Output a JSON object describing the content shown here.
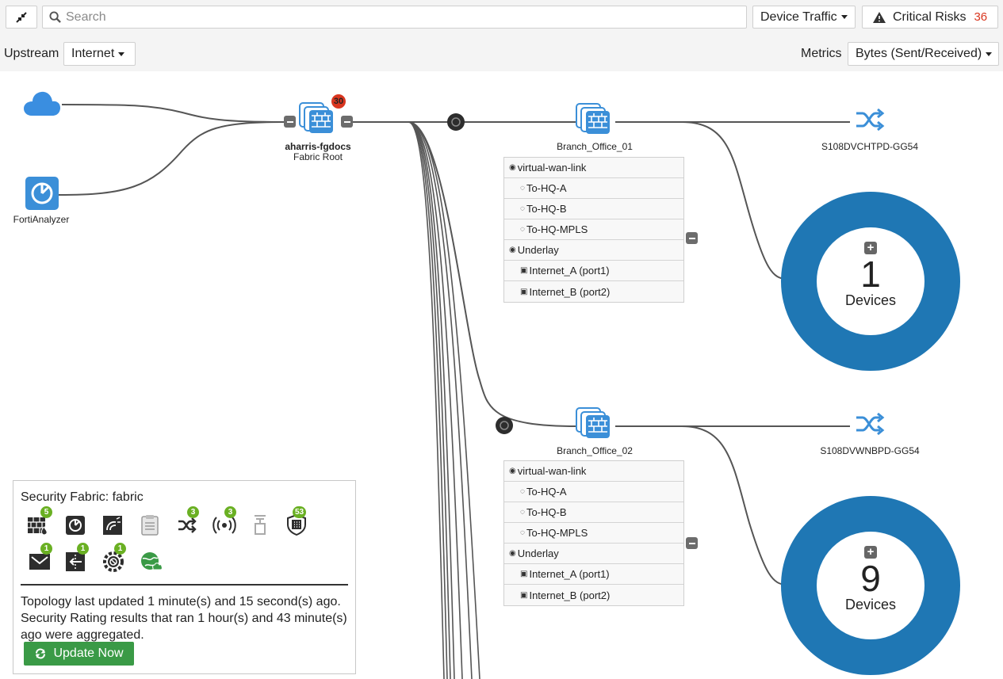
{
  "toolbar": {
    "search_placeholder": "Search",
    "device_traffic_label": "Device Traffic",
    "critical_risks_label": "Critical Risks",
    "critical_risks_count": "36",
    "upstream_label": "Upstream",
    "upstream_value": "Internet",
    "metrics_label": "Metrics",
    "metrics_value": "Bytes (Sent/Received)"
  },
  "topology": {
    "upstream_nodes": [
      {
        "name": "cloud",
        "label": ""
      },
      {
        "name": "fortianalyzer",
        "label": "FortiAnalyzer"
      }
    ],
    "root": {
      "name": "aharris-fgdocs",
      "role": "Fabric Root",
      "badge": "30"
    },
    "branches": [
      {
        "name": "Branch_Office_01",
        "switch": "S108DVCHTPD-GG54",
        "devices_count": "1",
        "devices_label": "Devices",
        "interfaces": [
          {
            "label": "virtual-wan-link",
            "level": 0
          },
          {
            "label": "To-HQ-A",
            "level": 1
          },
          {
            "label": "To-HQ-B",
            "level": 1
          },
          {
            "label": "To-HQ-MPLS",
            "level": 1
          },
          {
            "label": "Underlay",
            "level": 0
          },
          {
            "label": "Internet_A (port1)",
            "level": 1
          },
          {
            "label": "Internet_B (port2)",
            "level": 1
          }
        ]
      },
      {
        "name": "Branch_Office_02",
        "switch": "S108DVWNBPD-GG54",
        "devices_count": "9",
        "devices_label": "Devices",
        "interfaces": [
          {
            "label": "virtual-wan-link",
            "level": 0
          },
          {
            "label": "To-HQ-A",
            "level": 1
          },
          {
            "label": "To-HQ-B",
            "level": 1
          },
          {
            "label": "To-HQ-MPLS",
            "level": 1
          },
          {
            "label": "Underlay",
            "level": 0
          },
          {
            "label": "Internet_A (port1)",
            "level": 1
          },
          {
            "label": "Internet_B (port2)",
            "level": 1
          }
        ]
      }
    ]
  },
  "fabric_panel": {
    "title": "Security Fabric: fabric",
    "icons": [
      {
        "icon": "firewall-icon",
        "badge": "5"
      },
      {
        "icon": "fortianalyzer-icon",
        "badge": ""
      },
      {
        "icon": "sandbox-icon",
        "badge": ""
      },
      {
        "icon": "clipboard-icon",
        "badge": ""
      },
      {
        "icon": "switch-icon",
        "badge": "3"
      },
      {
        "icon": "access-point-icon",
        "badge": "3"
      },
      {
        "icon": "extender-icon",
        "badge": ""
      },
      {
        "icon": "endpoint-shield-icon",
        "badge": "53"
      },
      {
        "icon": "mail-icon",
        "badge": "1"
      },
      {
        "icon": "web-app-icon",
        "badge": "1"
      },
      {
        "icon": "gear-icon",
        "badge": "1"
      },
      {
        "icon": "globe-icon",
        "badge": ""
      }
    ],
    "message": "Topology last updated 1 minute(s) and 15 second(s) ago. Security Rating results that ran 1 hour(s) and 43 minute(s) ago were aggregated.",
    "update_button": "Update Now"
  },
  "colors": {
    "accent": "#1f77b4",
    "update_button": "#3a9a46",
    "risk_count": "#d9361f"
  }
}
